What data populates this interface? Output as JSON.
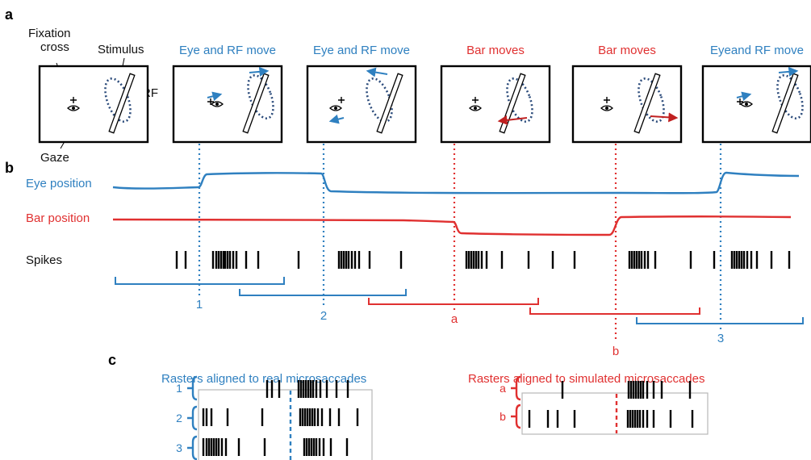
{
  "panel_letters": {
    "a": "a",
    "b": "b",
    "c": "c"
  },
  "panel_a": {
    "annotations": {
      "fixation_cross": [
        "Fixation",
        "cross"
      ],
      "stimulus": "Stimulus",
      "rf": "RF",
      "gaze": "Gaze"
    },
    "frames": [
      {
        "title": "",
        "title_color": "blue",
        "motion": "none"
      },
      {
        "title": "Eye and RF move",
        "title_color": "blue",
        "motion": "eye-rf-up"
      },
      {
        "title": "Eye and RF move",
        "title_color": "blue",
        "motion": "eye-rf-down"
      },
      {
        "title": "Bar moves",
        "title_color": "red",
        "motion": "bar-left"
      },
      {
        "title": "Bar moves",
        "title_color": "red",
        "motion": "bar-right"
      },
      {
        "title": "Eyeand RF move",
        "title_color": "blue",
        "motion": "eye-rf-up"
      }
    ]
  },
  "panel_b": {
    "eye_label": "Eye position",
    "bar_label": "Bar position",
    "spikes_label": "Spikes",
    "event_labels": [
      "1",
      "2",
      "a",
      "b",
      "3"
    ]
  },
  "panel_c": {
    "real_title": "Rasters aligned to real microsaccades",
    "sim_title": "Rasters aligned to simulated microsaccades",
    "real_rows": [
      "1",
      "2",
      "3"
    ],
    "sim_rows": [
      "a",
      "b"
    ]
  },
  "colors": {
    "blue": "#2f80c0",
    "red": "#e03030",
    "dark_blue": "#2a4a7a",
    "black": "#000000"
  }
}
